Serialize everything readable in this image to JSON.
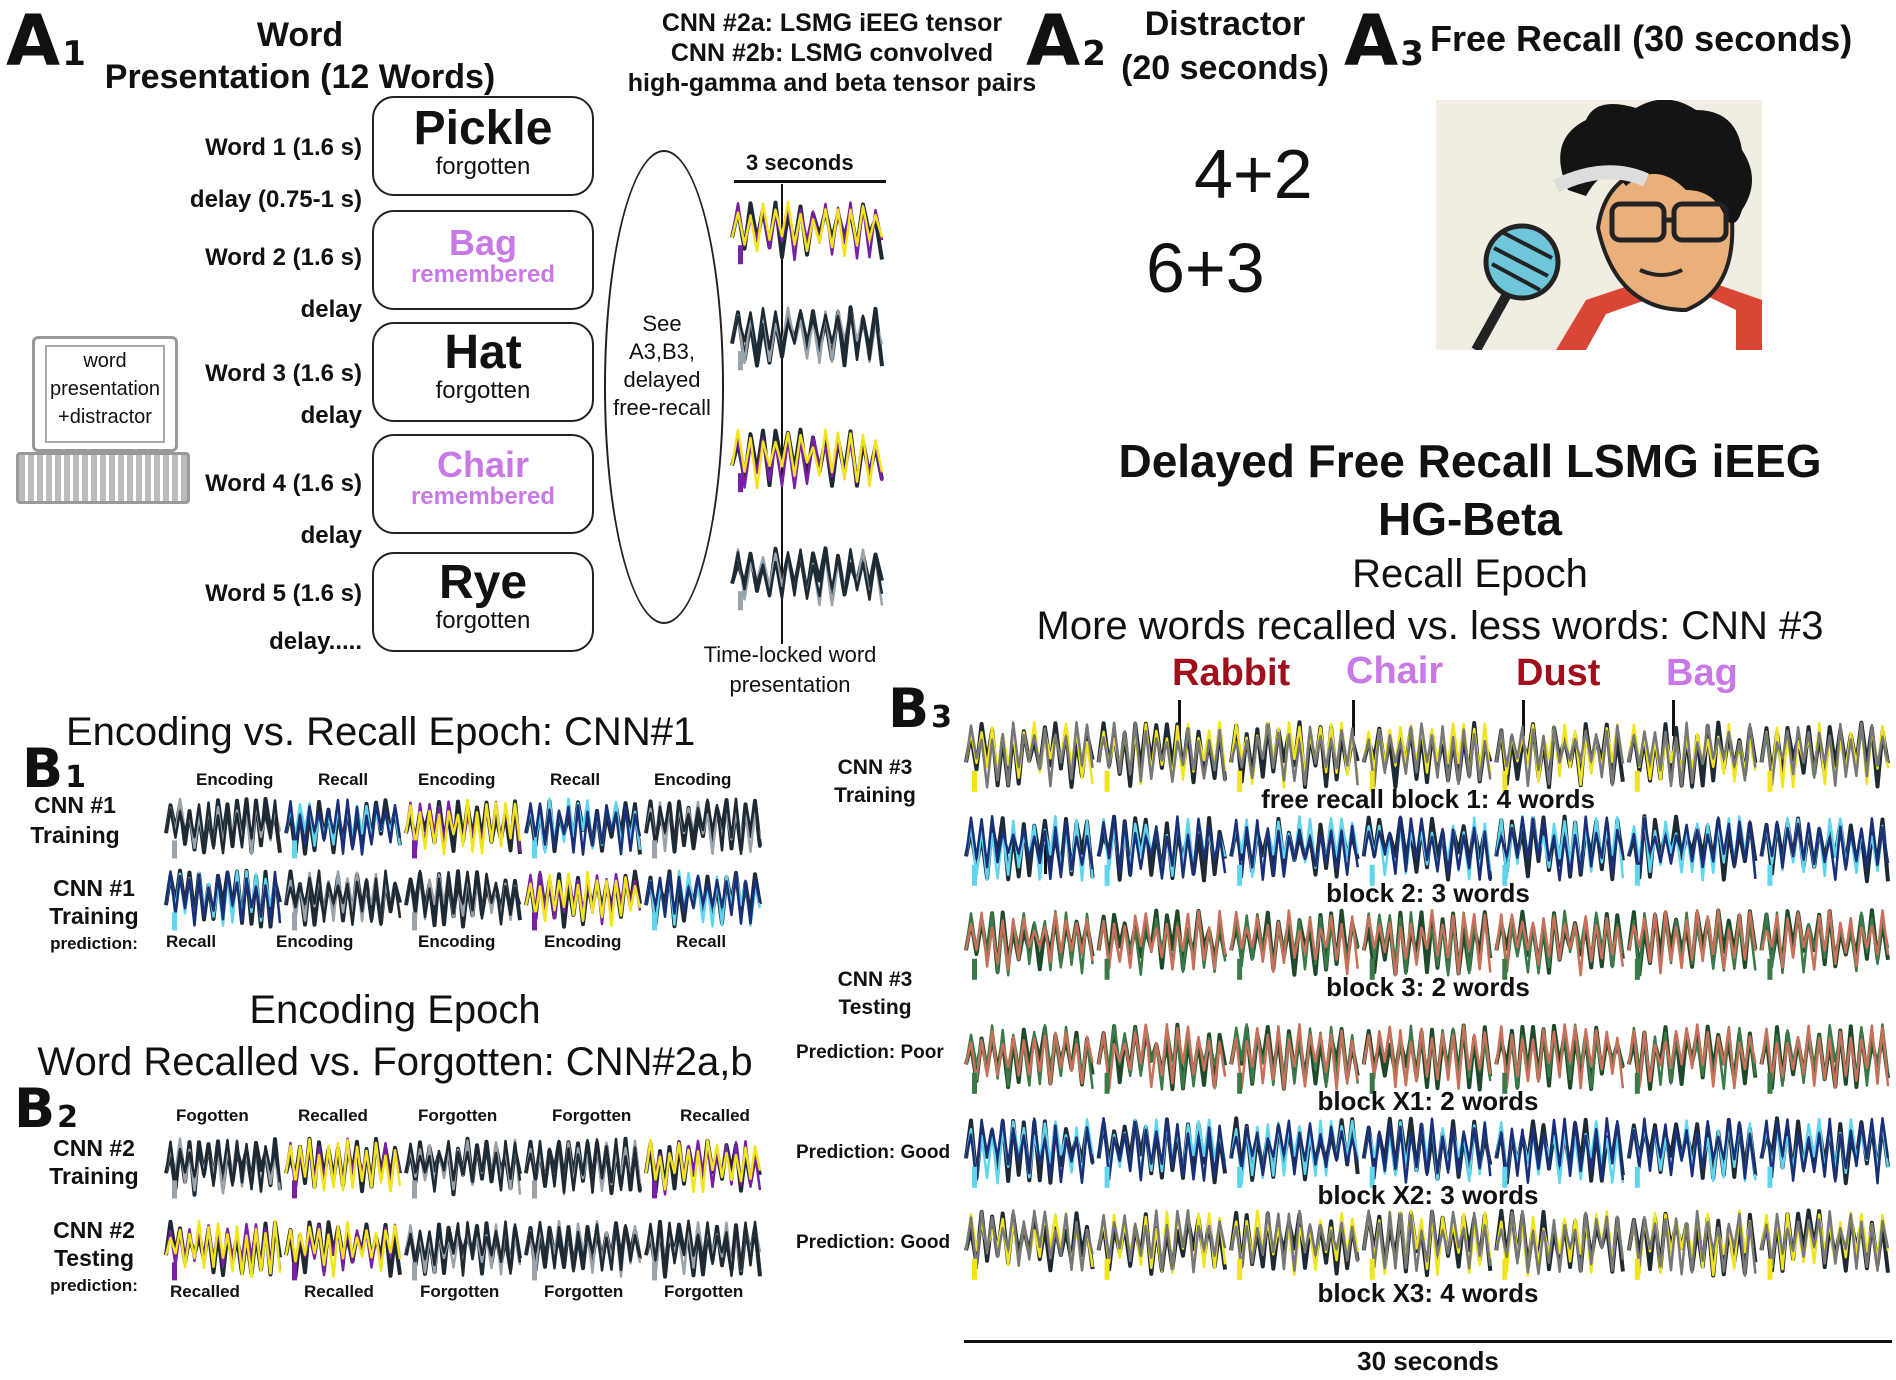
{
  "panel_letters": {
    "a1": "A",
    "a1_sub": "1",
    "a2": "A",
    "a2_sub": "2",
    "a3": "A",
    "a3_sub": "3",
    "b1": "B",
    "b1_sub": "1",
    "b2": "B",
    "b2_sub": "2",
    "b3": "B",
    "b3_sub": "3"
  },
  "a1": {
    "title_line1": "Word",
    "title_line2": "Presentation (12 Words)",
    "laptop_text_1": "word",
    "laptop_text_2": "presentation",
    "laptop_text_3": "+distractor",
    "rows": [
      {
        "label": "Word 1 (1.6 s)",
        "word": "Pickle",
        "status": "forgotten",
        "remembered": false
      },
      {
        "label": "Word 2 (1.6 s)",
        "word": "Bag",
        "status": "remembered",
        "remembered": true
      },
      {
        "label": "Word 3 (1.6 s)",
        "word": "Hat",
        "status": "forgotten",
        "remembered": false
      },
      {
        "label": "Word 4 (1.6 s)",
        "word": "Chair",
        "status": "remembered",
        "remembered": true
      },
      {
        "label": "Word 5 (1.6 s)",
        "word": "Rye",
        "status": "forgotten",
        "remembered": false
      }
    ],
    "delays": [
      "delay (0.75-1 s)",
      "delay",
      "delay",
      "delay",
      "delay....."
    ],
    "ellipse_text": [
      "See",
      "A3,B3,",
      "delayed",
      "free-recall"
    ],
    "cnn_title_1": "CNN #2a: LSMG iEEG tensor",
    "cnn_title_2": "CNN #2b: LSMG convolved",
    "cnn_title_3": "high-gamma and beta tensor pairs",
    "scale_label": "3 seconds",
    "timelock_1": "Time-locked word",
    "timelock_2": "presentation"
  },
  "a2": {
    "title_1": "Distractor",
    "title_2": "(20 seconds)",
    "eq1": "4+2",
    "eq2": "6+3"
  },
  "a3": {
    "title": "Free Recall (30 seconds)"
  },
  "b1": {
    "title": "Encoding vs. Recall Epoch: CNN#1",
    "row1_label_1": "CNN #1",
    "row1_label_2": "Training",
    "row1_tags": [
      "Encoding",
      "Recall",
      "Encoding",
      "Recall",
      "Encoding"
    ],
    "row2_label_1": "CNN #1",
    "row2_label_2": "Training",
    "row2_label_3": "prediction:",
    "row2_tags": [
      "Recall",
      "Encoding",
      "Encoding",
      "Encoding",
      "Recall"
    ]
  },
  "b2": {
    "title_1": "Encoding Epoch",
    "title_2": "Word Recalled vs. Forgotten: CNN#2a,b",
    "row1_label_1": "CNN #2",
    "row1_label_2": "Training",
    "row1_tags": [
      "Fogotten",
      "Recalled",
      "Forgotten",
      "Forgotten",
      "Recalled"
    ],
    "row2_label_1": "CNN #2",
    "row2_label_2": "Testing",
    "row2_label_3": "prediction:",
    "row2_tags": [
      "Recalled",
      "Recalled",
      "Forgotten",
      "Forgotten",
      "Forgotten"
    ]
  },
  "b3": {
    "title_1": "Delayed Free Recall LSMG iEEG",
    "title_2": "HG-Beta",
    "subtitle_1": "Recall Epoch",
    "subtitle_2": "More words recalled vs. less words: CNN #3",
    "recalled_words": [
      {
        "word": "Rabbit",
        "color": "#a0101c"
      },
      {
        "word": "Chair",
        "color": "#c879e6"
      },
      {
        "word": "Dust",
        "color": "#a0101c"
      },
      {
        "word": "Bag",
        "color": "#c879e6"
      }
    ],
    "training_label_1": "CNN #3",
    "training_label_2": "Training",
    "testing_label_1": "CNN #3",
    "testing_label_2": "Testing",
    "blocks": [
      {
        "caption": "free recall block 1: 4 words",
        "side": ""
      },
      {
        "caption": "block 2: 3 words",
        "side": ""
      },
      {
        "caption": "block 3: 2 words",
        "side": ""
      },
      {
        "caption": "block X1: 2 words",
        "side": "Prediction: Poor"
      },
      {
        "caption": "block X2: 3 words",
        "side": "Prediction: Good"
      },
      {
        "caption": "block X3: 4 words",
        "side": "Prediction: Good"
      }
    ],
    "scale_label": "30 seconds"
  },
  "colors": {
    "dark": "#1e2a33",
    "purple": "#7a1fa8",
    "yellow": "#f2e41c",
    "cyan": "#5fd6ee",
    "navy": "#1a2f7a",
    "green": "#1f4a2a",
    "pink": "#c879e6",
    "red": "#a0101c"
  }
}
